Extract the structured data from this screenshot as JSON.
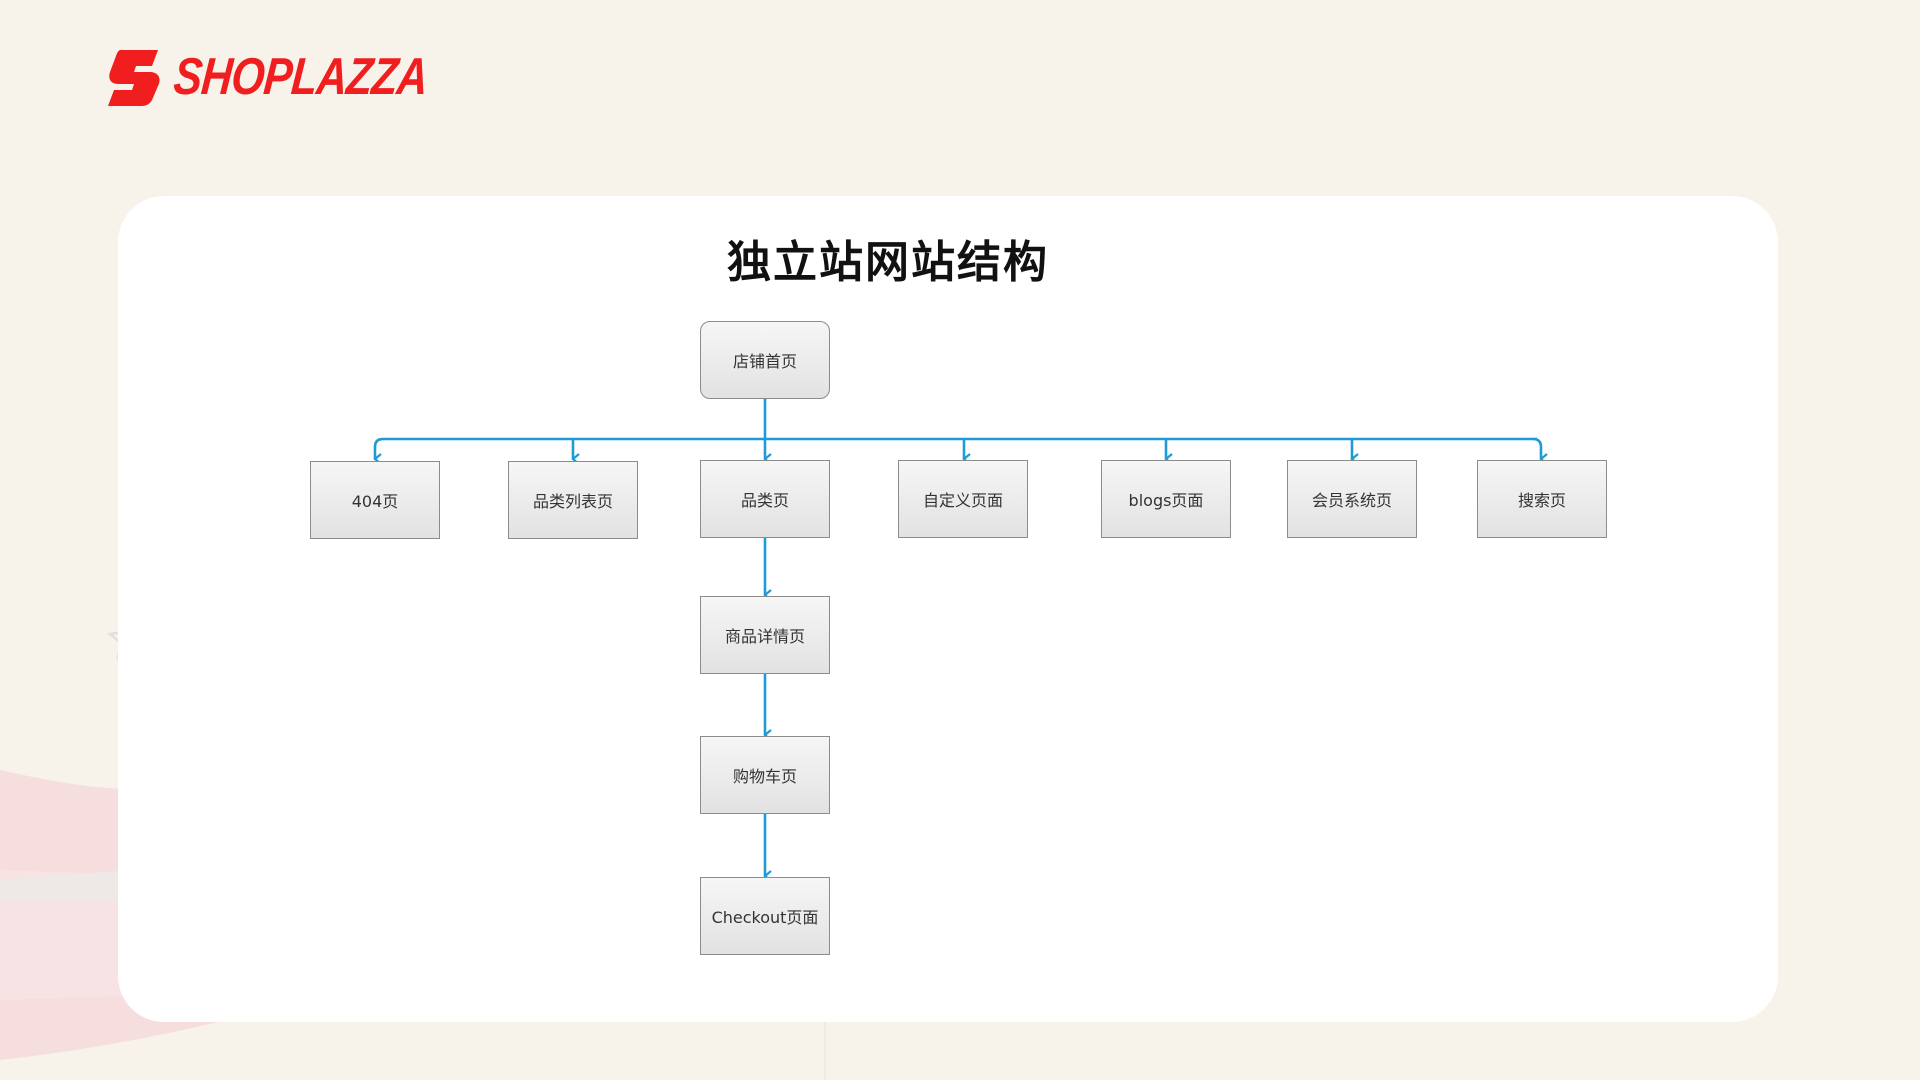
{
  "brand": {
    "name": "SHOPLAZZA",
    "color": "#f01e1e"
  },
  "diagram": {
    "title": "独立站网站结构",
    "connector_color": "#1e9bd7",
    "nodes": {
      "root": "店铺首页",
      "page_404": "404页",
      "category_list": "品类列表页",
      "category": "品类页",
      "custom_page": "自定义页面",
      "blogs": "blogs页面",
      "member_system": "会员系统页",
      "search": "搜索页",
      "product_detail": "商品详情页",
      "cart": "购物车页",
      "checkout": "Checkout页面"
    },
    "edges": [
      [
        "root",
        "page_404"
      ],
      [
        "root",
        "category_list"
      ],
      [
        "root",
        "category"
      ],
      [
        "root",
        "custom_page"
      ],
      [
        "root",
        "blogs"
      ],
      [
        "root",
        "member_system"
      ],
      [
        "root",
        "search"
      ],
      [
        "category",
        "product_detail"
      ],
      [
        "product_detail",
        "cart"
      ],
      [
        "cart",
        "checkout"
      ]
    ]
  }
}
